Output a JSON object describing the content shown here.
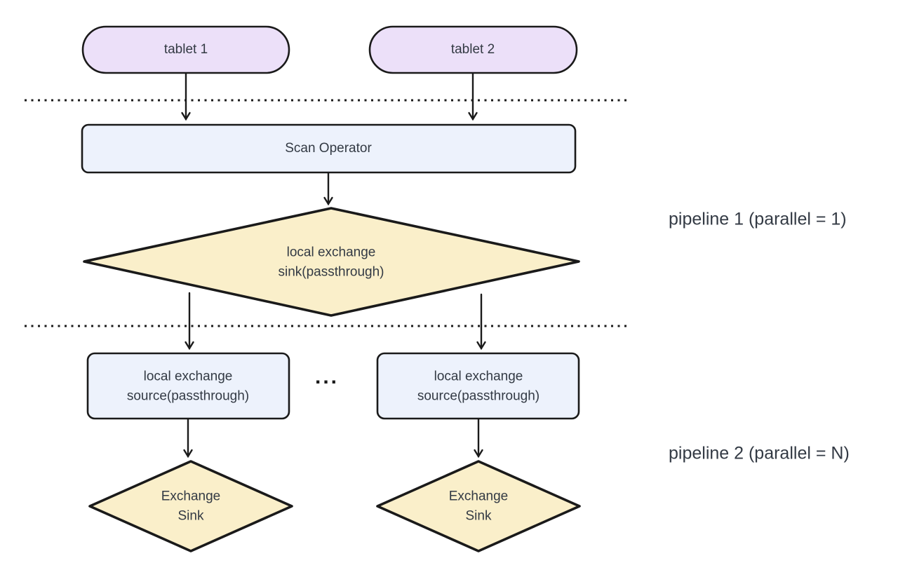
{
  "colors": {
    "bg": "#ffffff",
    "border": "#1a1a1a",
    "arrow": "#1a1a1a",
    "stadium_fill": "#ece0f9",
    "rect_fill": "#edf2fc",
    "diamond_fill": "#faefca",
    "text": "#333a44"
  },
  "nodes": {
    "tablet1": "tablet 1",
    "tablet2": "tablet 2",
    "scan_operator": "Scan Operator",
    "local_exchange_sink": {
      "line1": "local exchange",
      "line2": "sink(passthrough)"
    },
    "source_left": {
      "line1": "local exchange",
      "line2": "source(passthrough)"
    },
    "source_right": {
      "line1": "local exchange",
      "line2": "source(passthrough)"
    },
    "ellipsis": "...",
    "exchange_sink_left": {
      "line1": "Exchange",
      "line2": "Sink"
    },
    "exchange_sink_right": {
      "line1": "Exchange",
      "line2": "Sink"
    }
  },
  "annotations": {
    "pipeline1": "pipeline 1 (parallel = 1)",
    "pipeline2": "pipeline 2 (parallel = N)"
  }
}
